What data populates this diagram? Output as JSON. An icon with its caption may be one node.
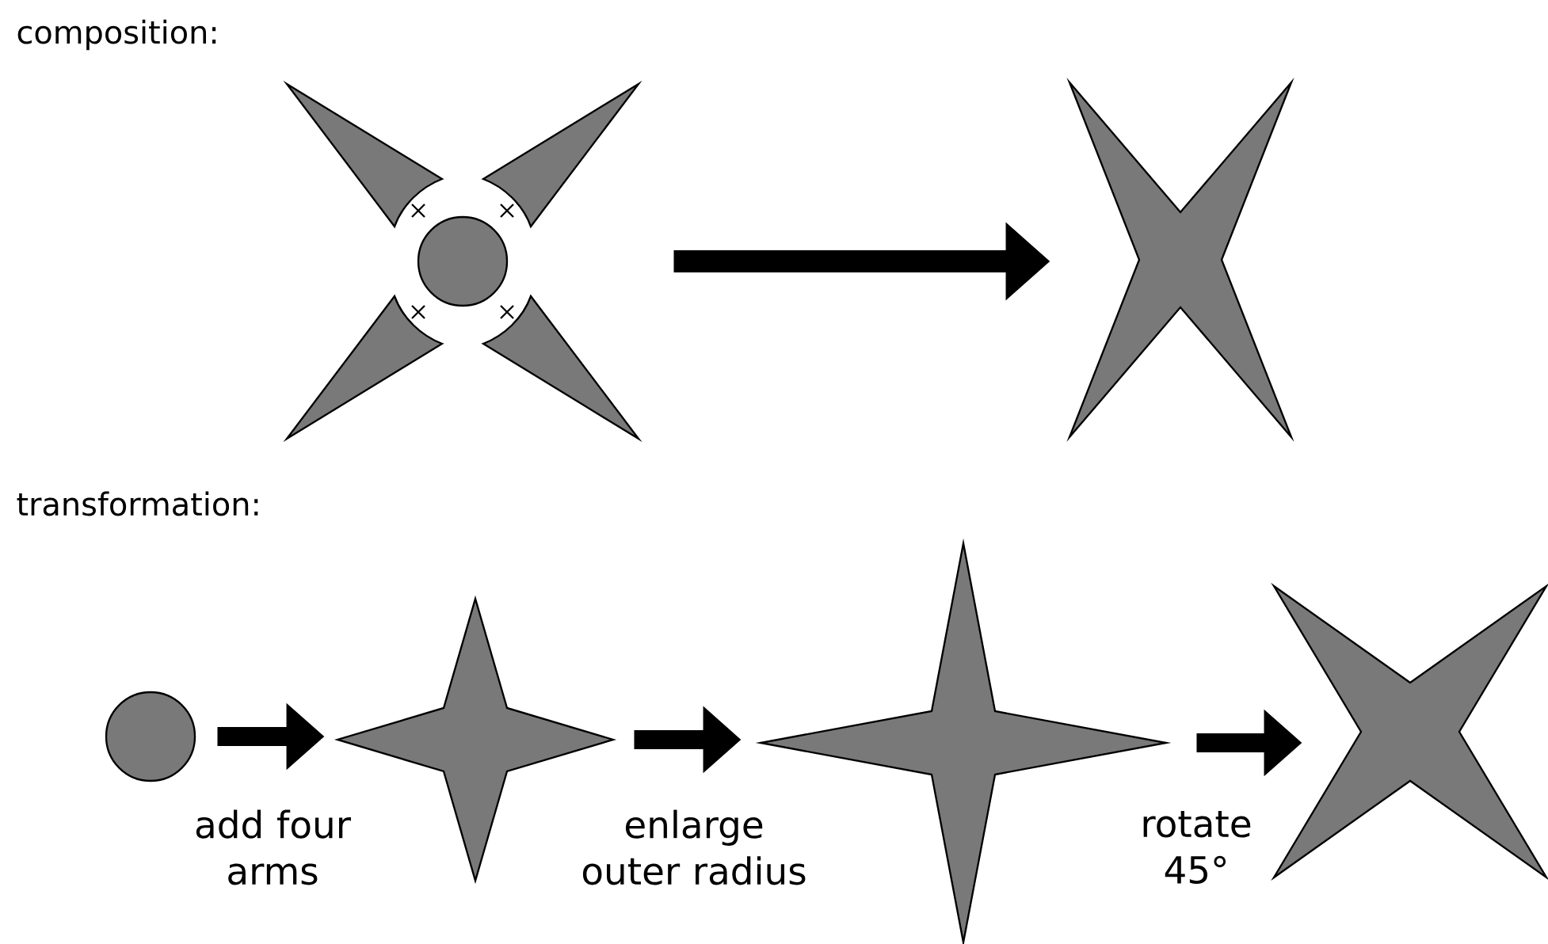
{
  "diagram": {
    "nodes": [
      {
        "text": [],
        "shape": "picture"
      },
      {
        "text": [],
        "shape": "star"
      },
      {
        "text": [],
        "shape": "circle"
      },
      {
        "text": [],
        "shape": "star"
      },
      {
        "text": [],
        "shape": "star"
      },
      {
        "text": [],
        "shape": "star"
      }
    ],
    "edges": [
      {
        "from": 0,
        "to": 1,
        "arrow": "to"
      },
      {
        "from": 2,
        "to": 3,
        "arrow": "to",
        "label": "add four arms"
      },
      {
        "from": 3,
        "to": 4,
        "arrow": "to",
        "label": "enlarge outer radius"
      },
      {
        "from": 4,
        "to": 5,
        "arrow": "to",
        "label": "rotate 45°"
      }
    ],
    "labels": [
      "composition:",
      "transformation:"
    ]
  }
}
